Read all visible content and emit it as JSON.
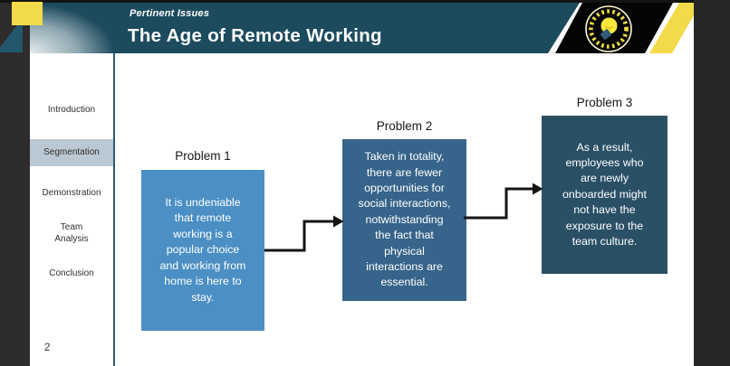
{
  "header": {
    "eyebrow": "Pertinent Issues",
    "title": "The Age of Remote Working",
    "band_color": "#1d4b5e",
    "accent_yellow": "#f2da4a"
  },
  "icons": {
    "lightbulb": "lightbulb-badge-icon"
  },
  "sidebar": {
    "items": [
      {
        "label": "Introduction",
        "active": false
      },
      {
        "label": "Segmentation",
        "active": true
      },
      {
        "label": "Demonstration",
        "active": false
      },
      {
        "label": "Team\nAnalysis",
        "active": false
      },
      {
        "label": "Conclusion",
        "active": false
      }
    ],
    "active_bg": "#b9c8d2",
    "page_number": "2"
  },
  "diagram": {
    "boxes": [
      {
        "title": "Problem 1",
        "body": "It is undeniable\nthat remote\nworking is a\npopular choice\nand working from\nhome is here to\nstay.",
        "color": "#4b8fc4"
      },
      {
        "title": "Problem 2",
        "body": "Taken in totality,\nthere are fewer\nopportunities for\nsocial interactions,\nnotwithstanding\nthe fact that\nphysical\ninteractions are\nessential.",
        "color": "#36648a"
      },
      {
        "title": "Problem 3",
        "body": "As a result,\nemployees who\nare newly\nonboarded might\nnot have the\nexposure to the\nteam culture.",
        "color": "#2a5066"
      }
    ],
    "arrow_color": "#141414"
  }
}
